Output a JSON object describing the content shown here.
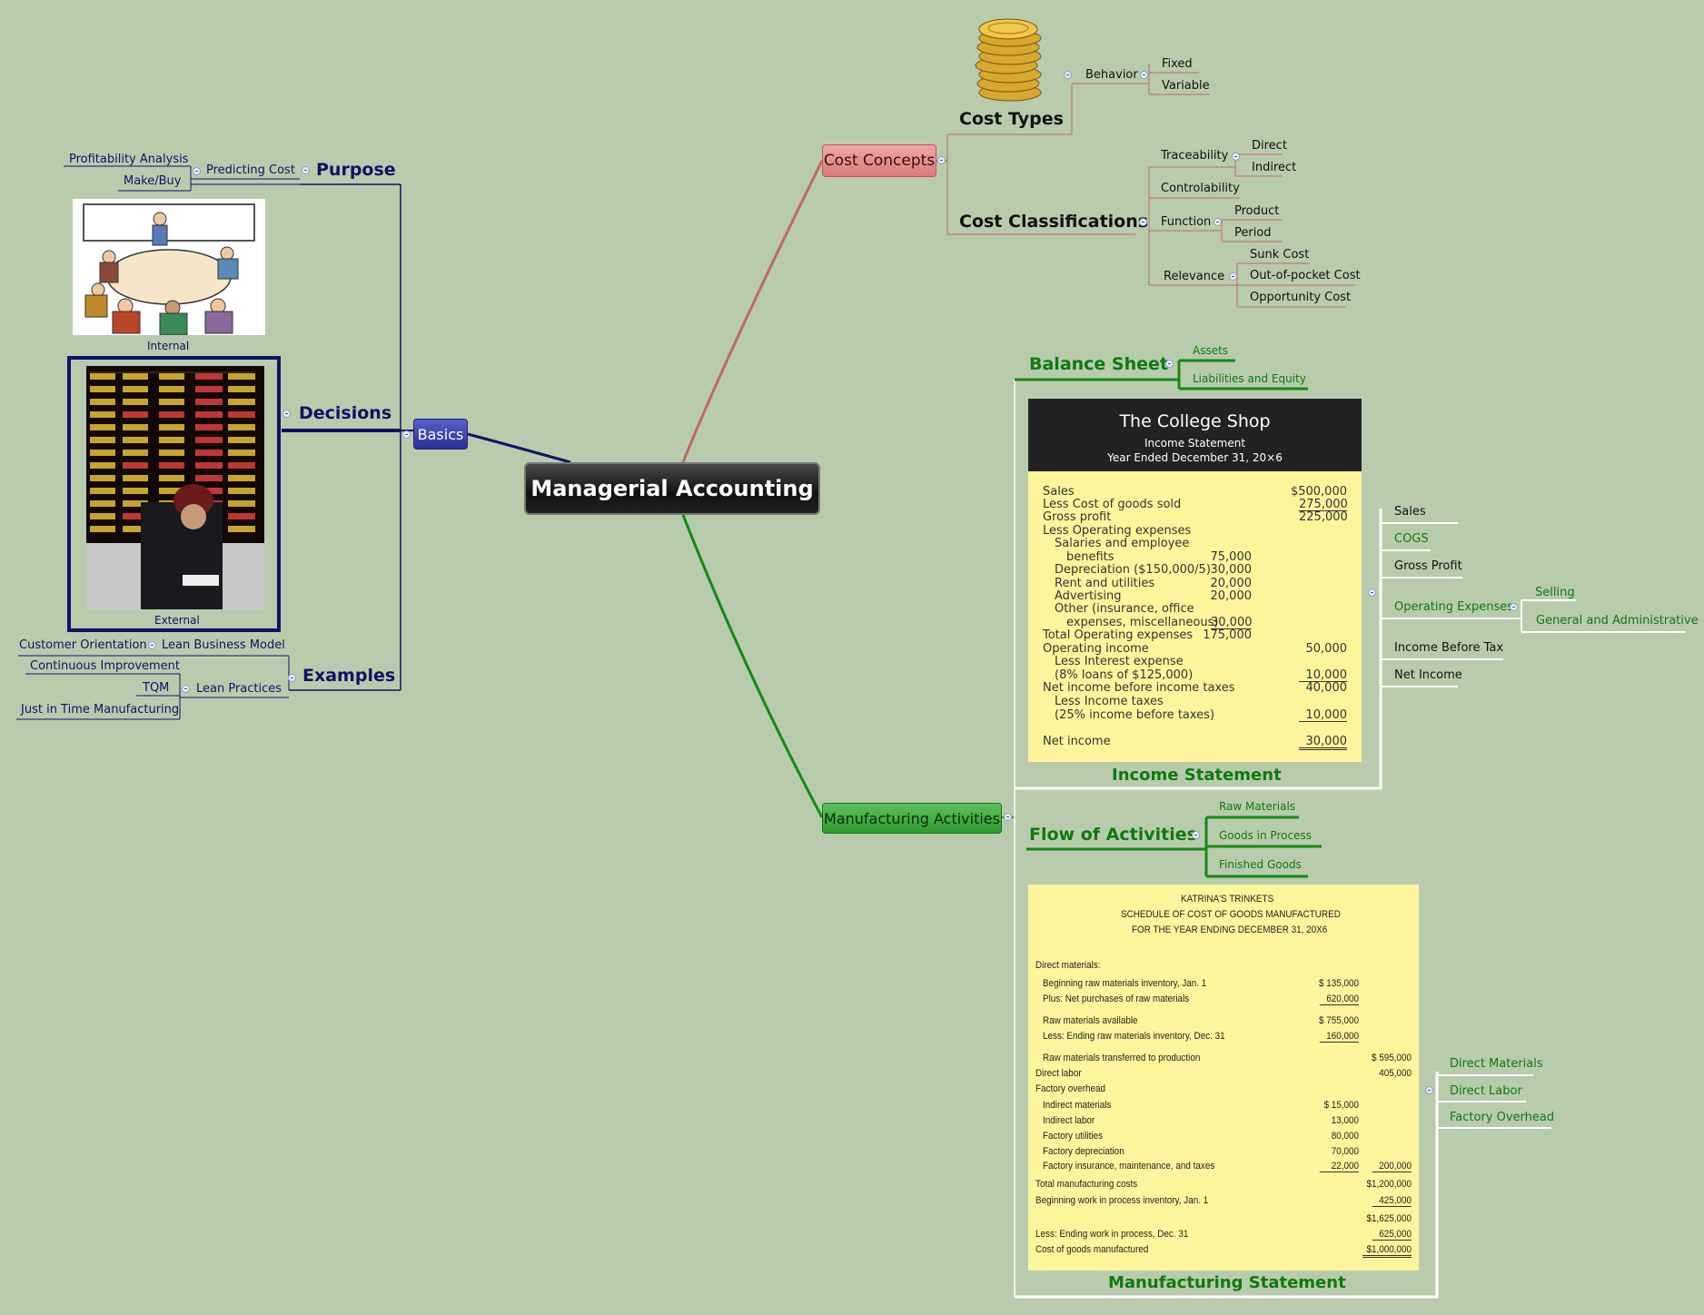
{
  "center": {
    "title": "Managerial Accounting"
  },
  "basics": {
    "label": "Basics",
    "purpose": {
      "title": "Purpose",
      "predicting_cost": "Predicting Cost",
      "profitability_analysis": "Profitability Analysis",
      "make_buy": "Make/Buy"
    },
    "decisions": {
      "title": "Decisions",
      "internal": "Internal",
      "external": "External"
    },
    "examples": {
      "title": "Examples",
      "lean_business_model": "Lean Business Model",
      "customer_orientation": "Customer Orientation",
      "lean_practices": "Lean Practices",
      "continuous_improvement": "Continuous Improvement",
      "tqm": "TQM",
      "jit": "Just in Time Manufacturing"
    }
  },
  "cost_concepts": {
    "label": "Cost Concepts",
    "cost_types": {
      "title": "Cost Types",
      "behavior": "Behavior",
      "fixed": "Fixed",
      "variable": "Variable"
    },
    "classifications": {
      "title": "Cost Classifications",
      "traceability": "Traceability",
      "direct": "Direct",
      "indirect": "Indirect",
      "controlability": "Controlability",
      "function": "Function",
      "product": "Product",
      "period": "Period",
      "relevance": "Relevance",
      "sunk": "Sunk Cost",
      "out_of_pocket": "Out-of-pocket Cost",
      "opportunity": "Opportunity Cost"
    }
  },
  "manufacturing": {
    "label": "Manufacturing Activities",
    "balance_sheet": {
      "title": "Balance Sheet",
      "assets": "Assets",
      "liabilities": "Liabilities and Equity"
    },
    "income_statement": {
      "caption": "Income Statement",
      "items": {
        "sales": "Sales",
        "cogs": "COGS",
        "gross_profit": "Gross Profit",
        "operating_expenses": "Operating Expenses",
        "selling": "Selling",
        "gen_admin": "General and Administrative",
        "income_before_tax": "Income Before Tax",
        "net_income": "Net Income"
      },
      "doc": {
        "company": "The College Shop",
        "subtitle": "Income Statement",
        "period": "Year Ended December 31, 20×6",
        "rows": {
          "sales": "Sales",
          "sales_amt": "$500,000",
          "cogs": "Less Cost of goods sold",
          "cogs_amt": "275,000",
          "gp": "Gross profit",
          "gp_amt": "225,000",
          "opex": "Less Operating expenses",
          "sal1": "Salaries and employee",
          "sal2": "benefits",
          "sal_amt": "75,000",
          "dep": "Depreciation ($150,000/5)",
          "dep_amt": "30,000",
          "rent": "Rent and utilities",
          "rent_amt": "20,000",
          "adv": "Advertising",
          "adv_amt": "20,000",
          "oth1": "Other (insurance, office",
          "oth2": "expenses, miscellaneous)",
          "oth_amt": "30,000",
          "tot": "Total Operating expenses",
          "tot_amt": "175,000",
          "opi": "Operating income",
          "opi_amt": "50,000",
          "int1": "Less Interest expense",
          "int2": "(8%  loans of $125,000)",
          "int_amt": "10,000",
          "nibt": "Net income before income taxes",
          "nibt_amt": "40,000",
          "tax1": "Less Income taxes",
          "tax2": "(25%  income before taxes)",
          "tax_amt": "10,000",
          "ni": "Net income",
          "ni_amt": "30,000"
        }
      }
    },
    "flow": {
      "title": "Flow of Activities",
      "raw": "Raw Materials",
      "wip": "Goods in Process",
      "fg": "Finished Goods"
    },
    "manufacturing_statement": {
      "caption": "Manufacturing Statement",
      "items": {
        "dm": "Direct Materials",
        "dl": "Direct Labor",
        "foh": "Factory Overhead"
      },
      "doc": {
        "company": "KATRINA'S TRINKETS",
        "subtitle": "SCHEDULE OF COST OF GOODS MANUFACTURED",
        "period": "FOR THE YEAR ENDING DECEMBER 31, 20X6",
        "rows": {
          "dm": "Direct materials:",
          "brm": "Beginning raw materials inventory, Jan. 1",
          "brm_amt": "$   135,000",
          "pur": "Plus: Net purchases of raw materials",
          "pur_amt": "620,000",
          "rma": "Raw materials available",
          "rma_amt": "$   755,000",
          "erm": "Less: Ending raw materials inventory, Dec. 31",
          "erm_amt": "160,000",
          "rmt": "Raw materials transferred to production",
          "rmt_amt": "$   595,000",
          "dl": "Direct labor",
          "dl_amt": "405,000",
          "foh": "Factory overhead",
          "im": "Indirect materials",
          "im_amt": "$     15,000",
          "il": "Indirect labor",
          "il_amt": "13,000",
          "fu": "Factory utilities",
          "fu_amt": "80,000",
          "fd": "Factory depreciation",
          "fd_amt": "70,000",
          "fi": "Factory insurance, maintenance, and taxes",
          "fi_amt": "22,000",
          "foh_amt": "200,000",
          "tmc": "Total manufacturing costs",
          "tmc_amt": "$1,200,000",
          "bwip": "Beginning work in process inventory, Jan. 1",
          "bwip_amt": "425,000",
          "sub_amt": "$1,625,000",
          "ewip": "Less: Ending work in process, Dec. 31",
          "ewip_amt": "625,000",
          "cgm": "Cost of goods manufactured",
          "cgm_amt": "$1,000,000"
        }
      }
    }
  },
  "colors": {
    "background": "#b9cbad",
    "navy": "#0b1466",
    "green": "#0d7a0d",
    "red_branch": "#c06868"
  }
}
